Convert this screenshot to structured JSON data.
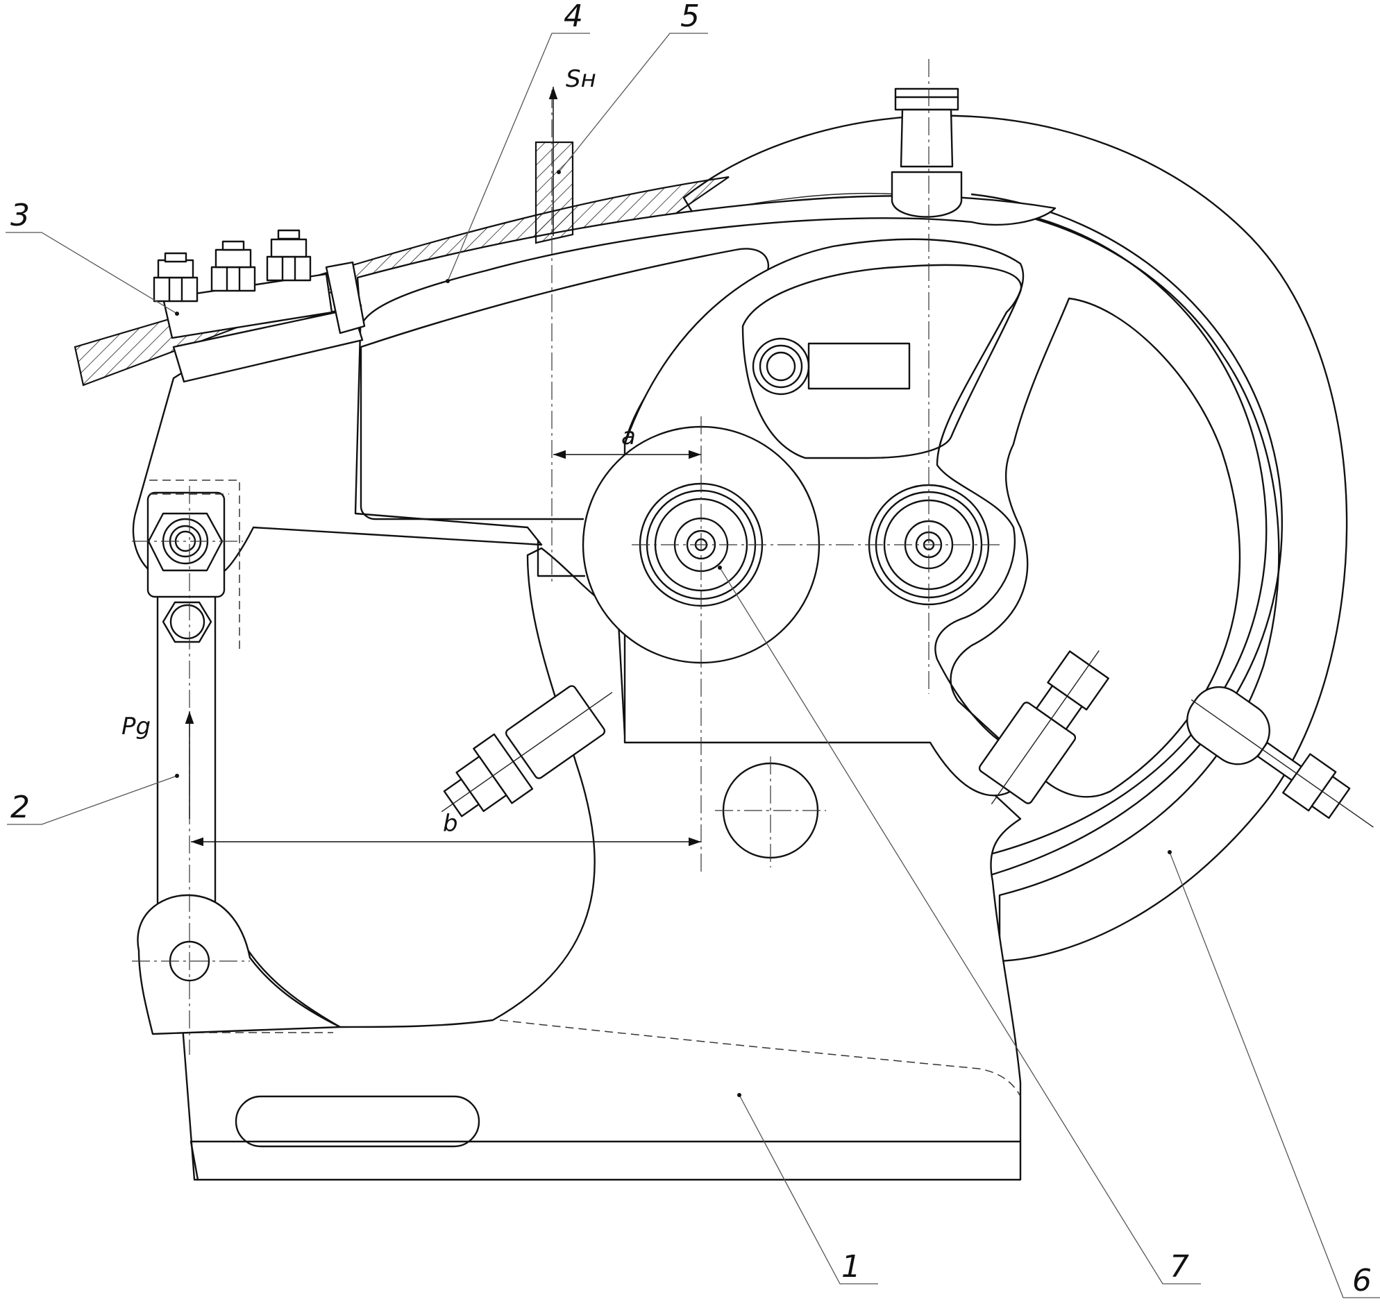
{
  "parts": [
    {
      "id": "1",
      "label": "1"
    },
    {
      "id": "2",
      "label": "2"
    },
    {
      "id": "3",
      "label": "3"
    },
    {
      "id": "4",
      "label": "4"
    },
    {
      "id": "5",
      "label": "5"
    },
    {
      "id": "6",
      "label": "6"
    },
    {
      "id": "7",
      "label": "7"
    }
  ],
  "symbols": {
    "force_upper": "Sн",
    "force_lower": "Pg",
    "dim_a": "a",
    "dim_b": "b"
  }
}
